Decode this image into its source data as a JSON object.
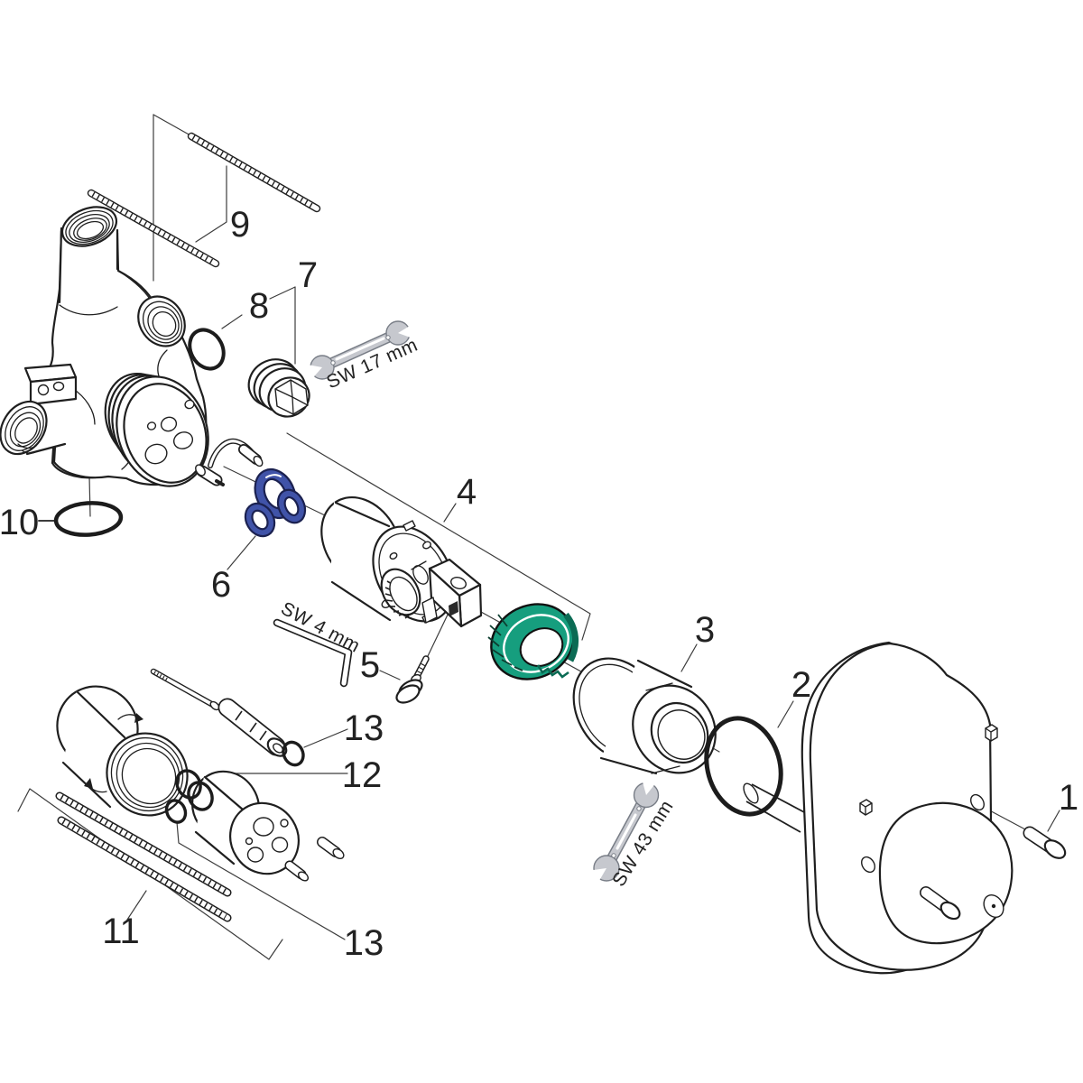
{
  "diagram_type": "exploded-parts-diagram",
  "parts": {
    "p1": "1",
    "p2": "2",
    "p3": "3",
    "p4": "4",
    "p5": "5",
    "p6": "6",
    "p7": "7",
    "p8": "8",
    "p9": "9",
    "p10": "10",
    "p11": "11",
    "p12": "12",
    "p13_top": "13",
    "p13_bottom": "13"
  },
  "tools": {
    "sw17": "SW 17 mm",
    "sw4": "SW 4 mm",
    "sw43": "SW 43 mm"
  },
  "colors": {
    "seal-blue": "#4053a8",
    "seal-blue-dark": "#1b2150",
    "ring-green": "#169e7e",
    "ring-green-dark": "#0b6b54",
    "tool-gray": "#c6c8ce",
    "tool-gray-dark": "#787d86",
    "line": "#1f1f1f",
    "leader": "#3c3c3c",
    "background": "#ffffff"
  }
}
